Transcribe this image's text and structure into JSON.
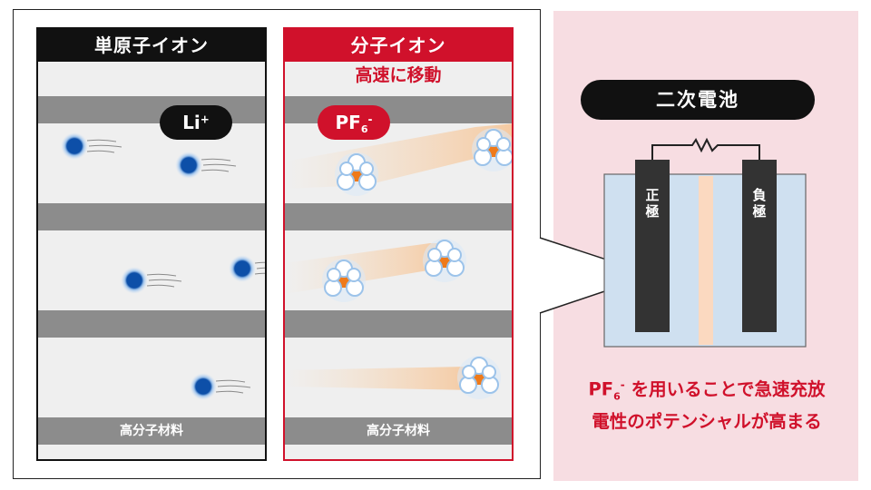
{
  "left_panel": {
    "title": "単原子イオン",
    "ion_label": "Li",
    "ion_charge": "+",
    "band_label": "高分子材料"
  },
  "right_panel": {
    "title": "分子イオン",
    "subtitle": "高速に移動",
    "ion_label": "PF",
    "ion_subscript": "6",
    "ion_charge": "-",
    "band_label": "高分子材料"
  },
  "battery": {
    "title": "二次電池",
    "positive_label": [
      "正",
      "極"
    ],
    "negative_label": [
      "負",
      "極"
    ]
  },
  "caption": {
    "ion": "PF",
    "ion_subscript": "6",
    "ion_charge": "-",
    "line1_rest": "を用いることで急速充放",
    "line2": "電性のポテンシャルが高まる"
  },
  "colors": {
    "accent_red": "#d0112b",
    "black": "#111111",
    "band_gray": "#8c8c8c",
    "panel_bg": "#efefef",
    "pink_bg": "#f7dde2",
    "li_blue": "#0d4fa8",
    "pf6_orange": "#ef7a1a",
    "electrolyte_blue": "#cfe0f0",
    "separator_peach": "#fbd9c0"
  }
}
